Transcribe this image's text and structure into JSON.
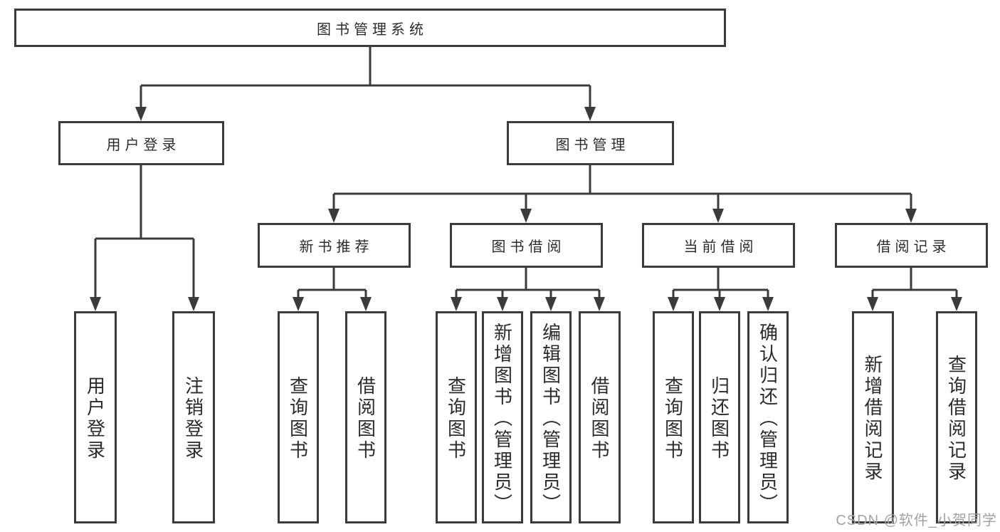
{
  "title": "图书管理系统",
  "level2": [
    "用户登录",
    "图书管理"
  ],
  "level3": [
    "新书推荐",
    "图书借阅",
    "当前借阅",
    "借阅记录"
  ],
  "leaves": {
    "user_login": [
      "用户登录",
      "注销登录"
    ],
    "new_book": [
      "查询图书",
      "借阅图书"
    ],
    "book_borrow": [
      "查询图书",
      "新增图书（管理员）",
      "编辑图书（管理员）",
      "借阅图书"
    ],
    "current_borrow": [
      "查询图书",
      "归还图书",
      "确认归还（管理员）"
    ],
    "borrow_record": [
      "新增借阅记录",
      "查询借阅记录"
    ]
  },
  "watermark": "CSDN @软件_小贺同学",
  "colors": {
    "line": "#3b3b3b",
    "text": "#2b2b2b",
    "background": "#ffffff",
    "watermark": "#a2a2a2"
  }
}
